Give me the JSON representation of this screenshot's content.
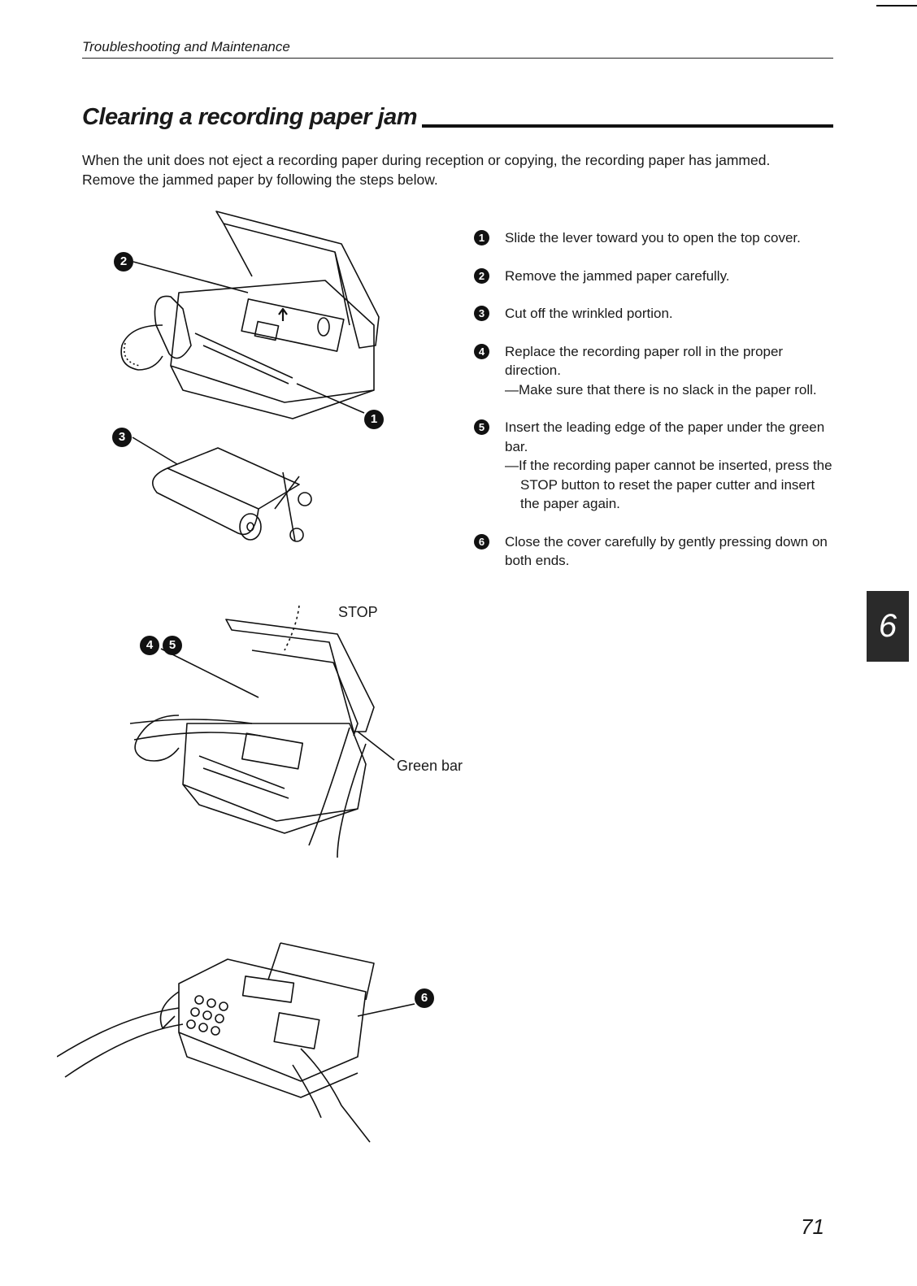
{
  "header": {
    "title": "Troubleshooting and Maintenance"
  },
  "section": {
    "title": "Clearing a recording paper jam",
    "intro": "When the unit does not eject a recording paper during reception or copying, the recording paper has jammed. Remove the jammed paper by following the steps below."
  },
  "steps": [
    {
      "badge": "1",
      "text": "Slide the lever toward you to open the top cover."
    },
    {
      "badge": "2",
      "text": "Remove the jammed paper carefully."
    },
    {
      "badge": "3",
      "text": "Cut off the wrinkled portion."
    },
    {
      "badge": "4",
      "text": "Replace the recording paper roll in the proper direction.",
      "note": "—Make sure that there is no slack in the paper roll."
    },
    {
      "badge": "5",
      "text": "Insert the leading edge of the paper under the green bar.",
      "note": "—If the recording paper cannot be inserted, press the STOP button to reset the paper cutter and insert the paper again."
    },
    {
      "badge": "6",
      "text": "Close the cover carefully by gently pressing down on both ends."
    }
  ],
  "illustrations": {
    "open_cover": {
      "badge_lever": "1",
      "badge_remove": "2"
    },
    "cut_roll": {
      "badge": "3"
    },
    "insert_paper": {
      "badge_a": "4",
      "badge_b": "5",
      "stop_label": "STOP",
      "green_bar_label": "Green bar"
    },
    "close_cover": {
      "badge": "6"
    }
  },
  "chapter_tab": "6",
  "page_number": "71"
}
